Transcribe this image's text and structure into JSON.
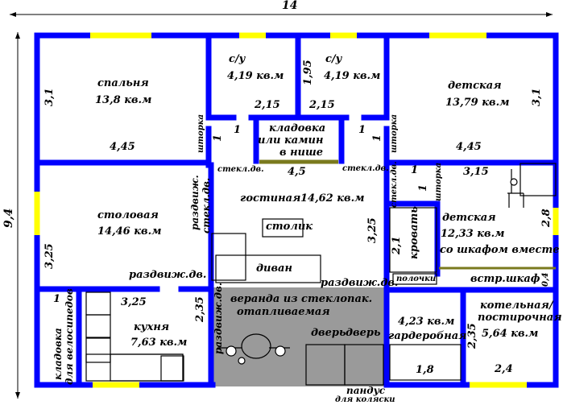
{
  "dimensions": {
    "total_width": "14",
    "total_height": "9,4",
    "bedroom_height": "3,1",
    "kids_height": "3,1",
    "bath_height": "1,95",
    "bath1_width": "2,15",
    "bath2_width": "2,15",
    "bedroom_width": "4,45",
    "kids_width": "4,45",
    "living_width": "4,5",
    "corridor_left": "1",
    "corridor_left2": "1",
    "corridor_right": "1",
    "corridor_right2": "1",
    "kids2_door": "1",
    "kids2_door2": "1",
    "kids2_width": "3,15",
    "kids2_height": "2,8",
    "closet_gap": "0,4",
    "dining_height": "3,25",
    "living_height": "3,25",
    "kitchen_width": "3,25",
    "kitchen_height": "2,35",
    "bike_storage_width": "1",
    "wardrobe_width": "1,8",
    "boiler_height": "2,35",
    "boiler_width": "2,4",
    "bed_length": "2,1"
  },
  "rooms": {
    "bedroom_name": "спальня",
    "bedroom_area": "13,8 кв.м",
    "bath1_name": "с/у",
    "bath1_area": "4,19 кв.м",
    "bath2_name": "с/у",
    "bath2_area": "4,19 кв.м",
    "kids_name": "детская",
    "kids_area": "13,79 кв.м",
    "pantry_line1": "кладовка",
    "pantry_line2": "или камин",
    "pantry_line3": "в нише",
    "living_name": "гостиная",
    "living_area": "14,62 кв.м",
    "dining_name": "столовая",
    "dining_area": "14,46 кв.м",
    "kids2_name": "детская",
    "kids2_area": "12,33 кв.м",
    "kids2_note": "со шкафом вместе",
    "kitchen_name": "кухня",
    "kitchen_area": "7,63 кв.м",
    "veranda_line1": "веранда из стеклопак.",
    "veranda_line2": "отапливаемая",
    "wardrobe_area": "4,23 кв.м",
    "wardrobe_name": "гардеробная",
    "boiler_line1": "котельная/",
    "boiler_line2": "постирочная",
    "boiler_area": "5,64 кв.м",
    "bike_line1": "кладовка",
    "bike_line2": "для велосипедов"
  },
  "labels": {
    "curtain_left": "шторка",
    "curtain_right": "шторка",
    "curtain_kids2": "шторка",
    "glass_door_left": "стекл.дв.",
    "glass_door_right": "стекл.дв.",
    "glass_door_kids2": "стекл.дв.",
    "sliding_glass_door_line1": "раздвиж.",
    "sliding_glass_door_line2": "стекл.дв.",
    "sliding_door_dining": "раздвиж.дв.",
    "sliding_door_living": "раздвиж.дв.",
    "sliding_door_kitchen": "раздвиж.дв.",
    "table": "столик",
    "sofa": "диван",
    "bed": "кровать",
    "shelves": "полочки",
    "built_in_closet": "встр.шкаф",
    "door1": "дверь",
    "door2": "дверь",
    "ramp_line1": "пандус",
    "ramp_line2": "для коляски"
  },
  "colors": {
    "wall": "#0000ff",
    "window": "#ffff00",
    "veranda": "#9a9a9a",
    "pantry_floor": "#7a7a1e",
    "closet_line": "#7a7a1e"
  }
}
